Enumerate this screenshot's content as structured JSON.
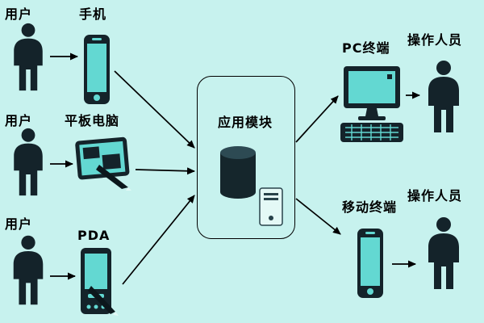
{
  "diagram": {
    "title": "application-module-architecture",
    "background_color": "#c7f2ee",
    "colors": {
      "icon_dark": "#14232a",
      "screen_cyan": "#63d8d2",
      "line": "#000000",
      "cylinder_top": "#2d4a53",
      "server_light": "#e4f9f6"
    },
    "users": [
      {
        "label": "用户"
      },
      {
        "label": "用户"
      },
      {
        "label": "用户"
      }
    ],
    "devices": [
      {
        "label": "手机"
      },
      {
        "label": "平板电脑"
      },
      {
        "label": "PDA"
      }
    ],
    "module": {
      "label": "应用模块"
    },
    "terminals": [
      {
        "label": "PC终端"
      },
      {
        "label": "移动终端"
      }
    ],
    "operators": [
      {
        "label": "操作人员"
      },
      {
        "label": "操作人员"
      }
    ]
  }
}
